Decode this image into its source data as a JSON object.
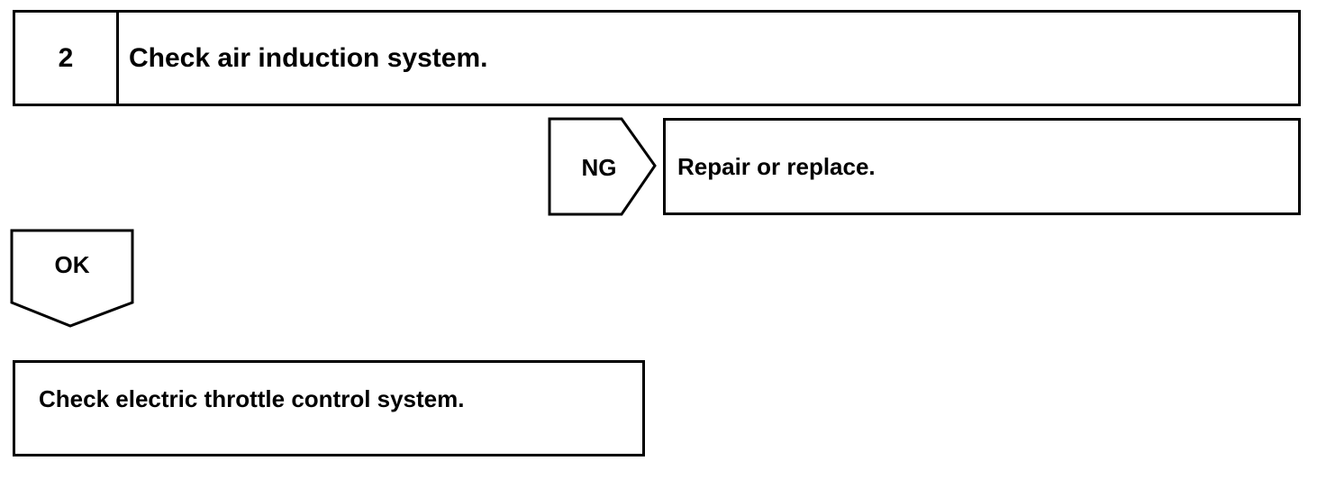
{
  "step": {
    "number": "2",
    "title": "Check air induction system."
  },
  "ng_branch": {
    "label": "NG",
    "action": "Repair or replace."
  },
  "ok_branch": {
    "label": "OK",
    "next_step": "Check electric throttle control system."
  }
}
